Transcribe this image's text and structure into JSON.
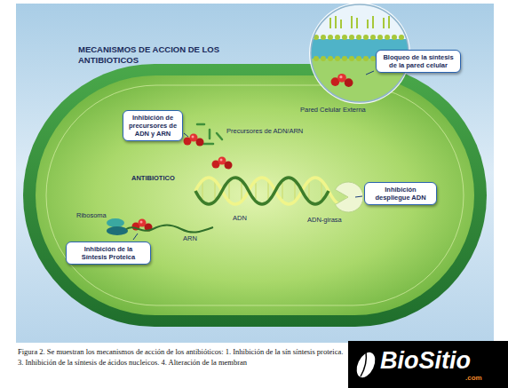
{
  "diagram": {
    "title": "MECANISMOS DE ACCION DE LOS ANTIBIOTICOS",
    "caption": "Figura 2. Se muestran los mecanismos de acción de los antibióticos: 1. Inhibición de la sín síntesis proteica. 3. Inhibición de la síntesis de ácidos nucleicos. 4. Alteración de la membran",
    "nodes": [
      {
        "text": [
          "Bloqueo de la síntesis de la pared celular"
        ]
      },
      {
        "text": [
          "Inhibición de precursores de ADN y ARN"
        ]
      },
      {
        "text": [
          "Inhibición despliegue ADN"
        ]
      },
      {
        "text": [
          "Inhibición de la Síntesis Proteica"
        ]
      }
    ],
    "labels": [
      "Pared Celular Externa",
      "Precursores de ADN/ARN",
      "ANTIBIOTICO",
      "ADN",
      "ADN-girasa",
      "Ribosoma",
      "ARN",
      "BioSitio",
      ".com"
    ]
  }
}
